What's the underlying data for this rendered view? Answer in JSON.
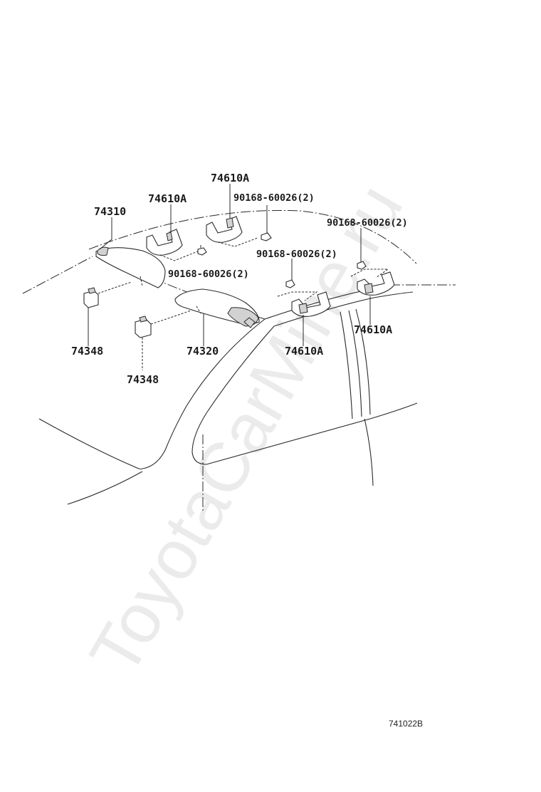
{
  "watermark": {
    "text": "ToyotaCarMine.ru",
    "color": "#e4e4e4"
  },
  "diagram_code": "741022B",
  "labels": {
    "sun_visor_lh": "74310",
    "sun_visor_rh": "74320",
    "holder_left": "74348",
    "holder_center": "74348",
    "assist_grip_front_left": "74610A",
    "assist_grip_front_center": "74610A",
    "assist_grip_rear_center": "74610A",
    "assist_grip_rear_right": "74610A",
    "screw_front_center": "90168-60026(2)",
    "screw_front_left": "90168-60026(2)",
    "screw_rear_center": "90168-60026(2)",
    "screw_rear_right": "90168-60026(2)"
  }
}
